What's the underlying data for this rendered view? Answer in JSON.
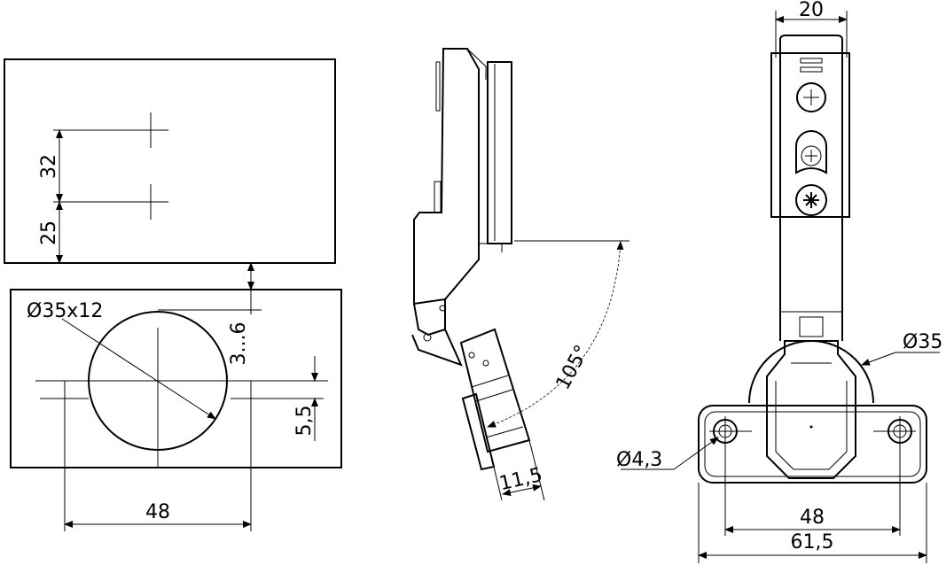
{
  "drawing": {
    "door_panel": {
      "dim_vertical_spacing": "32",
      "dim_edge_offset": "25"
    },
    "cup_hole": {
      "dim_cup": "Ø35x12",
      "dim_edge_distance": "3...6",
      "dim_offset": "5,5",
      "dim_screw_spacing": "48"
    },
    "side_view": {
      "dim_opening_angle": "105°",
      "dim_depth": "11,5"
    },
    "front_view": {
      "dim_width": "20",
      "dim_cup_diameter": "Ø35",
      "dim_hole_diameter": "Ø4,3",
      "dim_hole_spacing": "48",
      "dim_base_width": "61,5"
    }
  }
}
